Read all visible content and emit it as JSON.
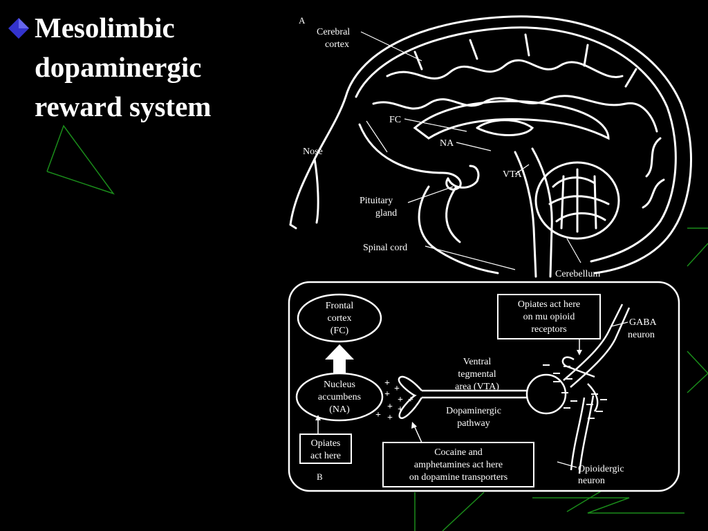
{
  "slide": {
    "title_lines": [
      "Mesolimbic",
      "dopaminergic",
      "reward system"
    ],
    "bullet_icon": "diamond-bullet-icon",
    "colors": {
      "background": "#000000",
      "bullet": "#3333cc",
      "accent_lines": "#1a8c1a",
      "text": "#ffffff"
    }
  },
  "figure_a": {
    "panel_label": "A",
    "labels": {
      "cerebral_cortex": [
        "Cerebral",
        "cortex"
      ],
      "fc": "FC",
      "na": "NA",
      "nose": "Nose",
      "vta": "VTA",
      "pituitary": [
        "Pituitary",
        "gland"
      ],
      "spinal_cord": "Spinal cord",
      "cerebellum": "Cerebellum"
    }
  },
  "figure_b": {
    "panel_label": "B",
    "frontal_cortex": [
      "Frontal",
      "cortex",
      "(FC)"
    ],
    "nucleus_accumbens": [
      "Nucleus",
      "accumbens",
      "(NA)"
    ],
    "opiates_na": [
      "Opiates",
      "act here"
    ],
    "opiates_mu": [
      "Opiates act here",
      "on mu opioid",
      "receptors"
    ],
    "gaba_neuron": [
      "GABA",
      "neuron"
    ],
    "vta": [
      "Ventral",
      "tegmental",
      "area (VTA)"
    ],
    "dopaminergic_pathway": [
      "Dopaminergic",
      "pathway"
    ],
    "cocaine": [
      "Cocaine and",
      "amphetamines act here",
      "on dopamine transporters"
    ],
    "opioidergic_neuron": [
      "Opioidergic",
      "neuron"
    ]
  }
}
